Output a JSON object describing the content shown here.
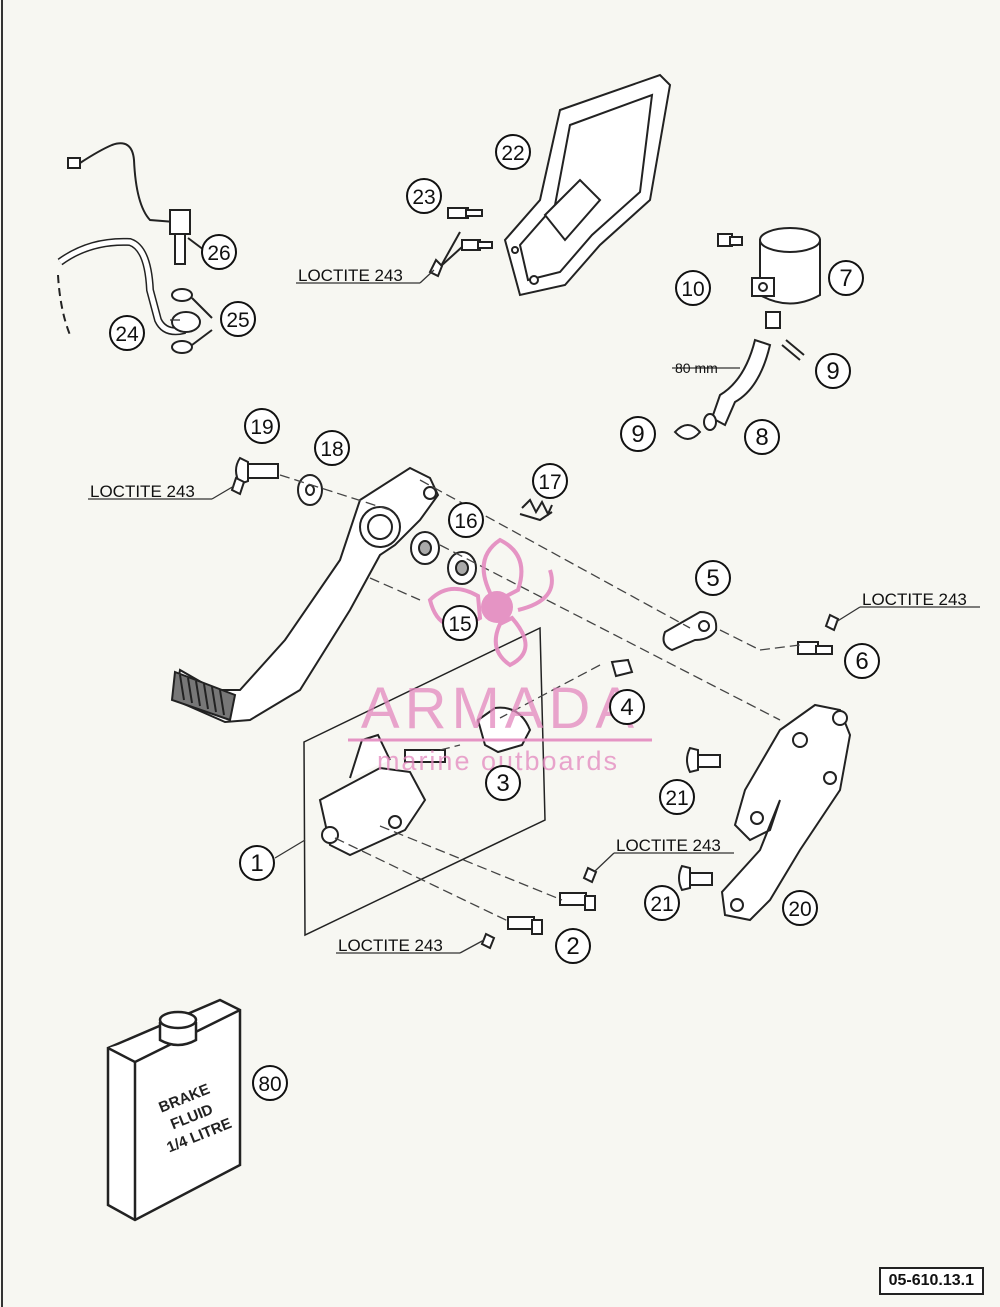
{
  "parts": [
    {
      "id": "p1",
      "number": "1"
    },
    {
      "id": "p2",
      "number": "2"
    },
    {
      "id": "p3",
      "number": "3"
    },
    {
      "id": "p4",
      "number": "4"
    },
    {
      "id": "p5",
      "number": "5"
    },
    {
      "id": "p6",
      "number": "6"
    },
    {
      "id": "p7",
      "number": "7"
    },
    {
      "id": "p8",
      "number": "8"
    },
    {
      "id": "p9a",
      "number": "9"
    },
    {
      "id": "p9b",
      "number": "9"
    },
    {
      "id": "p10",
      "number": "10"
    },
    {
      "id": "p15",
      "number": "15"
    },
    {
      "id": "p16",
      "number": "16"
    },
    {
      "id": "p17",
      "number": "17"
    },
    {
      "id": "p18",
      "number": "18"
    },
    {
      "id": "p19",
      "number": "19"
    },
    {
      "id": "p20",
      "number": "20"
    },
    {
      "id": "p21a",
      "number": "21"
    },
    {
      "id": "p21b",
      "number": "21"
    },
    {
      "id": "p22",
      "number": "22"
    },
    {
      "id": "p23",
      "number": "23"
    },
    {
      "id": "p24",
      "number": "24"
    },
    {
      "id": "p25",
      "number": "25"
    },
    {
      "id": "p26",
      "number": "26"
    },
    {
      "id": "p80",
      "number": "80"
    }
  ],
  "annotations": {
    "loctite": "LOCTITE 243",
    "hose_length": "80 mm"
  },
  "container_label": [
    "BRAKE",
    "FLUID",
    "1/4 LITRE"
  ],
  "watermark": {
    "brand": "ARMADA",
    "tagline": "marine outboards",
    "color": "#e48ac0"
  },
  "reference_code": "05-610.13.1"
}
